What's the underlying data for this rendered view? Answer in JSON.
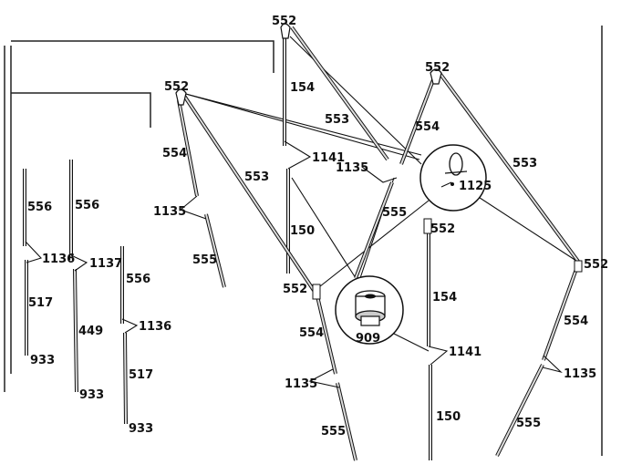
{
  "labels": {
    "l552_a": "552",
    "l552_b": "552",
    "l552_c": "552",
    "l552_d": "552",
    "l552_e": "552",
    "l552_f": "552",
    "l154_a": "154",
    "l154_b": "154",
    "l553_a": "553",
    "l553_b": "553",
    "l553_c": "553",
    "l554_a": "554",
    "l554_b": "554",
    "l554_c": "554",
    "l554_d": "554",
    "l1141_a": "1141",
    "l1141_b": "1141",
    "l1135_a": "1135",
    "l1135_b": "1135",
    "l1135_c": "1135",
    "l1135_d": "1135",
    "l1125": "1125",
    "l150_a": "150",
    "l150_b": "150",
    "l555_a": "555",
    "l555_b": "555",
    "l555_c": "555",
    "l555_d": "555",
    "l556_a": "556",
    "l556_b": "556",
    "l556_c": "556",
    "l1136_a": "1136",
    "l1136_b": "1136",
    "l1137": "1137",
    "l517_a": "517",
    "l517_b": "517",
    "l449": "449",
    "l933_a": "933",
    "l933_b": "933",
    "l933_c": "933",
    "l909": "909"
  }
}
